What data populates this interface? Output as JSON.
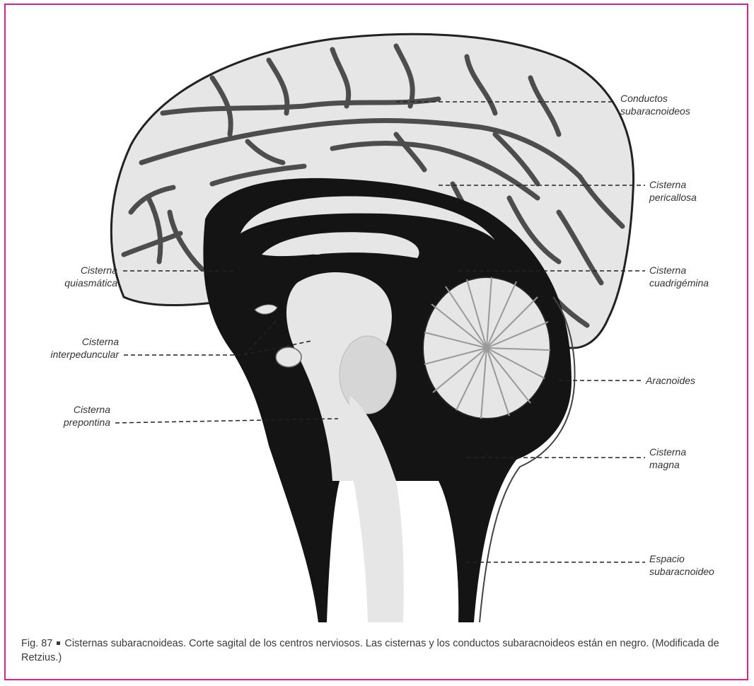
{
  "figure": {
    "number": "Fig. 87",
    "caption": "Cisternas subaracnoideas. Corte sagital de los centros nerviosos. Las cisternas y los conductos subaracnoideos están en negro. (Modificada de Retzius.)"
  },
  "labels": {
    "conductos": "Conductos\nsubaracnoideos",
    "pericallosa": "Cisterna\npericallosa",
    "quiasmatica": "Cisterna\nquiasmática",
    "cuadrigemina": "Cisterna\ncuadrigémina",
    "interpeduncular": "Cisterna\ninterpeduncular",
    "aracnoides": "Aracnoides",
    "prepontina": "Cisterna\nprepontina",
    "magna": "Cisterna\nmagna",
    "espacio": "Espacio\nsubaracnoideo"
  },
  "colors": {
    "frame": "#e0218a",
    "cistern": "#141414",
    "tissue": "#e6e6e6"
  }
}
